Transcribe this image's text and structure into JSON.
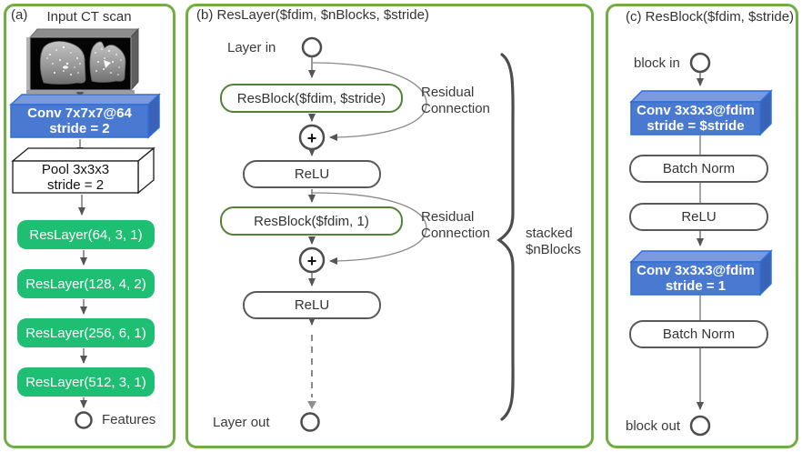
{
  "colors": {
    "panel_border_green": "#70AD47",
    "reslayer_green": "#1EBE73",
    "conv_blue_face": "#4A79D2",
    "conv_blue_top": "#7B9ADE",
    "conv_blue_side": "#3A63B8",
    "conv_blue_border": "#2F6FD6",
    "resblock_border_green": "#538135",
    "node_stroke_gray": "#4D4D4D",
    "arrow_gray": "#7F7F7F"
  },
  "panel_a": {
    "label": "(a)",
    "title": "Input CT scan",
    "conv": {
      "line1": "Conv 7x7x7@64",
      "line2": "stride = 2"
    },
    "pool": {
      "line1": "Pool 3x3x3",
      "line2": "stride = 2"
    },
    "reslayers": [
      "ResLayer(64, 3, 1)",
      "ResLayer(128, 4, 2)",
      "ResLayer(256, 6, 1)",
      "ResLayer(512, 3, 1)"
    ],
    "output_label": "Features"
  },
  "panel_b": {
    "title": "(b) ResLayer($fdim, $nBlocks, $stride)",
    "input_label": "Layer in",
    "output_label": "Layer out",
    "resblock1_label": "ResBlock($fdim, $stride)",
    "resblock2_label": "ResBlock($fdim, 1)",
    "relu_label": "ReLU",
    "plus_label": "+",
    "residual_label": {
      "line1": "Residual",
      "line2": "Connection"
    },
    "stacked_label": {
      "line1": "stacked",
      "line2": "$nBlocks"
    }
  },
  "panel_c": {
    "title": "(c) ResBlock($fdim, $stride)",
    "input_label": "block in",
    "output_label": "block out",
    "conv1": {
      "line1": "Conv 3x3x3@fdim",
      "line2": "stride = $stride"
    },
    "conv2": {
      "line1": "Conv 3x3x3@fdim",
      "line2": "stride = 1"
    },
    "batch_norm_label": "Batch Norm",
    "relu_label": "ReLU"
  }
}
